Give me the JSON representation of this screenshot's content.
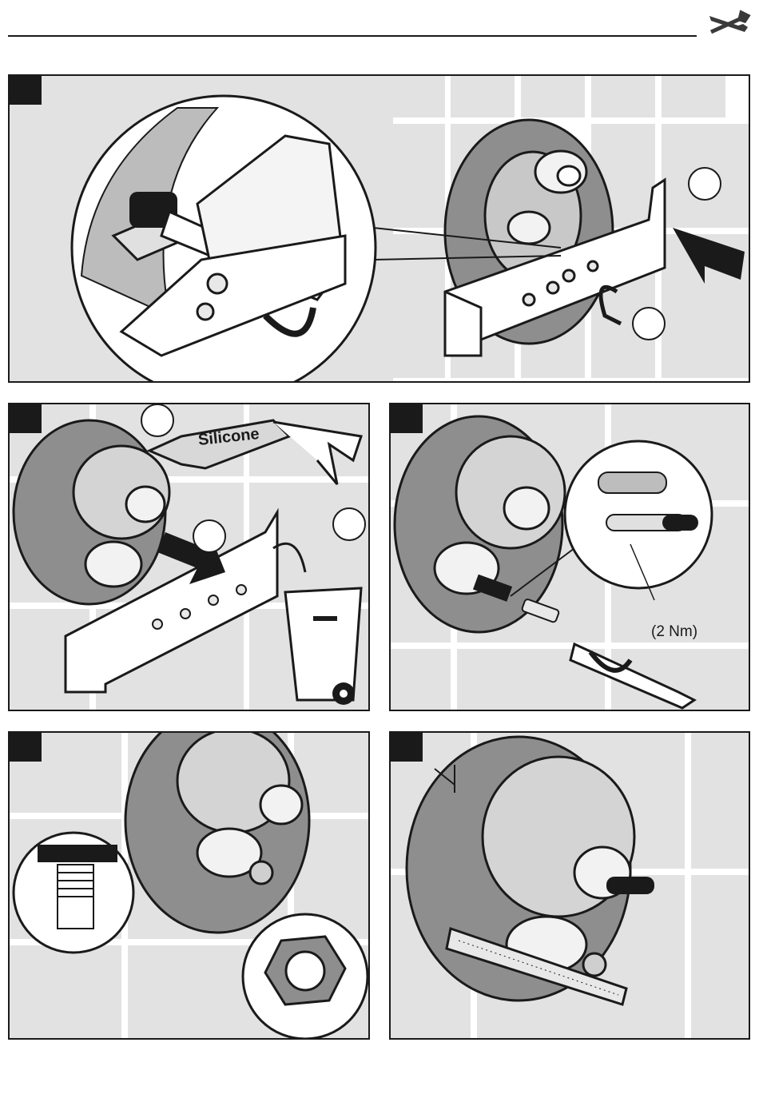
{
  "header": {
    "icon": "wrench-screwdriver-icon"
  },
  "colors": {
    "line": "#1a1a1a",
    "tile": "#e4e4e4",
    "grout": "#ffffff",
    "metal": "#cfcfcf",
    "plate": "#9a9a9a"
  },
  "panels": [
    {
      "id": "step-1",
      "callouts": [
        "",
        "",
        ""
      ]
    },
    {
      "id": "step-2",
      "label": "Silicone",
      "callouts": [
        "",
        "",
        ""
      ]
    },
    {
      "id": "step-3",
      "torque": "(2 Nm)"
    },
    {
      "id": "step-4"
    },
    {
      "id": "step-5"
    }
  ]
}
